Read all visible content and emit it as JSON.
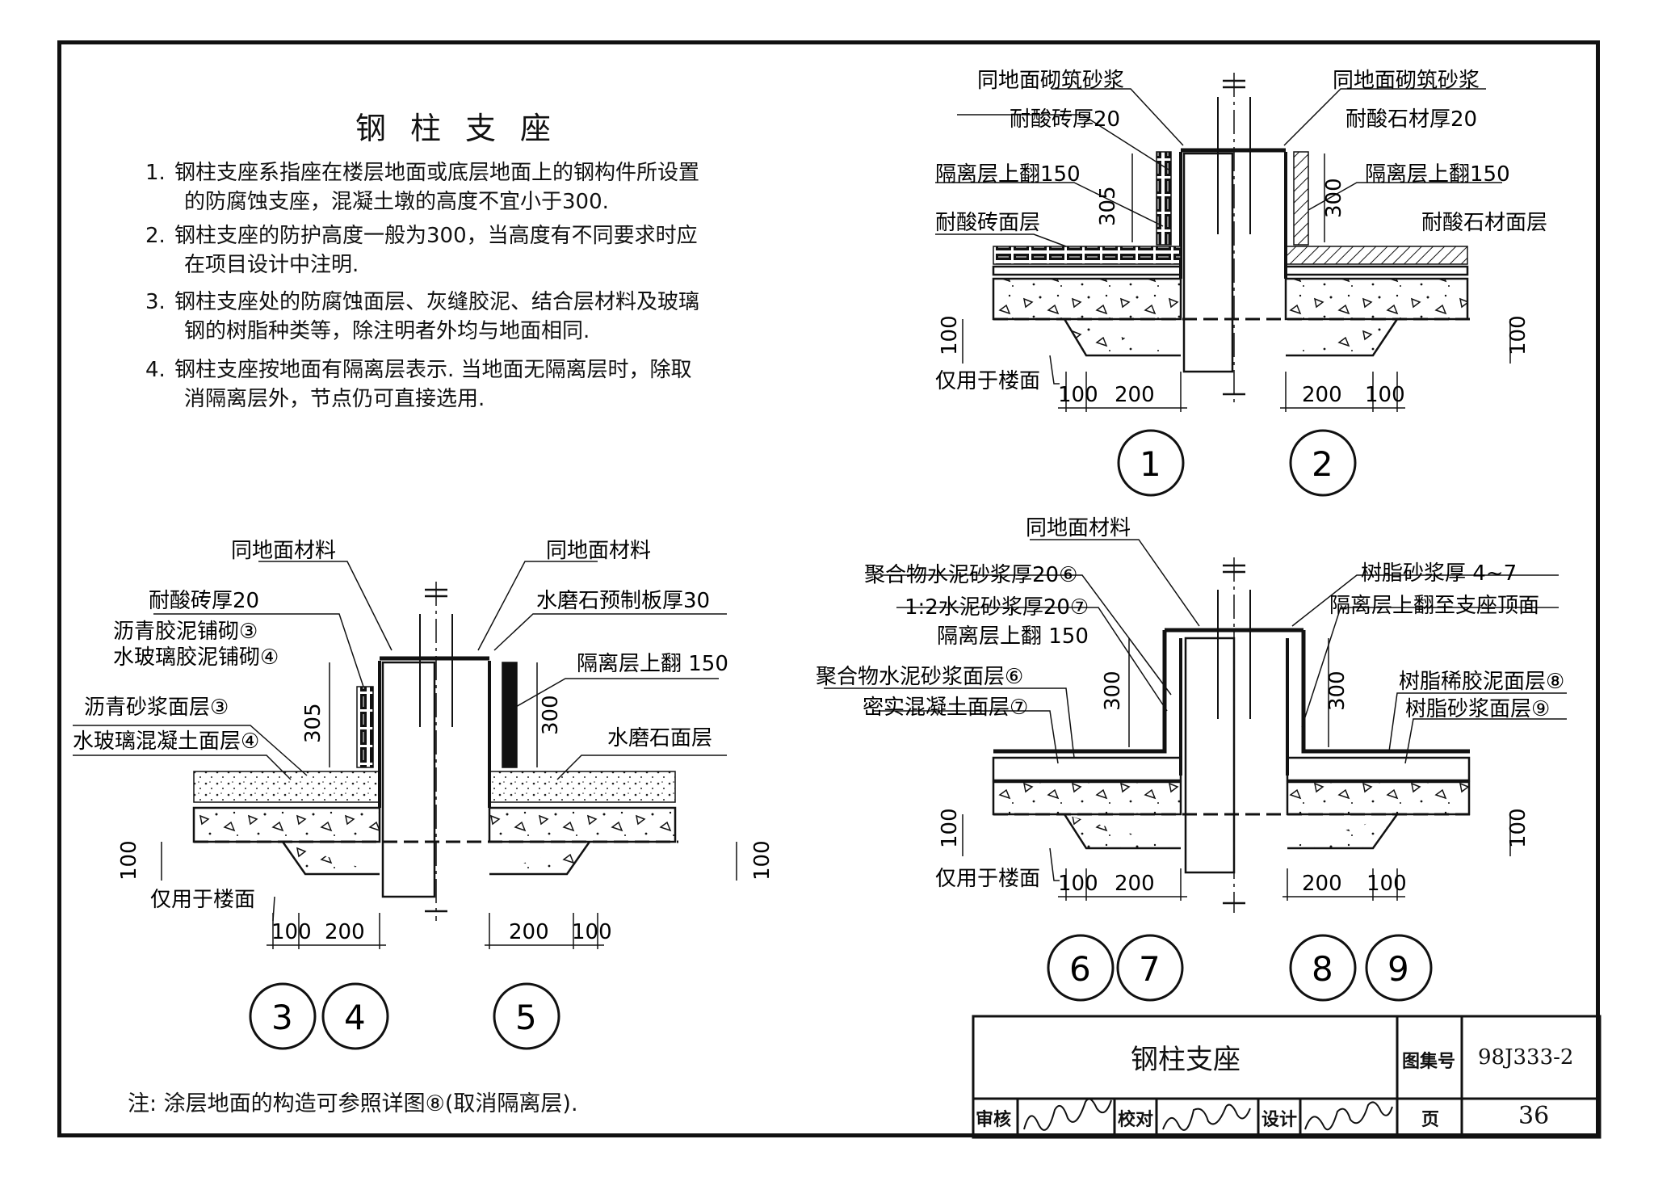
{
  "notes": {
    "title": "钢柱支座",
    "items": [
      {
        "num": "1.",
        "line1": "钢柱支座系指座在楼层地面或底层地面上的钢构件所设置",
        "line2": "的防腐蚀支座，混凝土墩的高度不宜小于300."
      },
      {
        "num": "2.",
        "line1": "钢柱支座的防护高度一般为300，当高度有不同要求时应",
        "line2": "在项目设计中注明."
      },
      {
        "num": "3.",
        "line1": "钢柱支座处的防腐蚀面层、灰缝胶泥、结合层材料及玻璃",
        "line2": "钢的树脂种类等，除注明者外均与地面相同."
      },
      {
        "num": "4.",
        "line1": "钢柱支座按地面有隔离层表示. 当地面无隔离层时，除取",
        "line2": "消隔离层外，节点仍可直接选用."
      }
    ],
    "footnote": "注: 涂层地面的构造可参照详图⑧(取消隔离层)."
  },
  "detail_1_2": {
    "label_tl": "同地面砌筑砂浆",
    "label_tr": "同地面砌筑砂浆",
    "brick_20": "耐酸砖厚20",
    "stone_20": "耐酸石材厚20",
    "iso_left": "隔离层上翻150",
    "iso_right": "隔离层上翻150",
    "brick_surface": "耐酸砖面层",
    "stone_surface": "耐酸石材面层",
    "dim_305": "305",
    "dim_300": "300",
    "dim_100_l": "100",
    "dim_100_r": "100",
    "floor_only": "仅用于楼面",
    "d100a": "100",
    "d200a": "200",
    "d200b": "200",
    "d100b": "100",
    "circle_1": "1",
    "circle_2": "2"
  },
  "detail_3_4_5": {
    "same_mat_l": "同地面材料",
    "same_mat_r": "同地面材料",
    "brick_20": "耐酸砖厚20",
    "asphalt_mortar": "沥青胶泥铺砌③",
    "glass_mortar": "水玻璃胶泥铺砌④",
    "terrazzo_panel": "水磨石预制板厚30",
    "iso_up": "隔离层上翻 150",
    "asphalt_surface": "沥青砂浆面层③",
    "glass_concrete": "水玻璃混凝土面层④",
    "terrazzo_surface": "水磨石面层",
    "dim_305": "305",
    "dim_300": "300",
    "dim_100_l": "100",
    "dim_100_r": "100",
    "floor_only": "仅用于楼面",
    "d100a": "100",
    "d200a": "200",
    "d200b": "200",
    "d100b": "100",
    "circle_3": "3",
    "circle_4": "4",
    "circle_5": "5"
  },
  "detail_6_9": {
    "same_mat": "同地面材料",
    "poly_20": "聚合物水泥砂浆厚20⑥",
    "cement_20": "1:2水泥砂浆厚20⑦",
    "iso_150": "隔离层上翻 150",
    "poly_surface": "聚合物水泥砂浆面层⑥",
    "dense_concrete": "密实混凝土面层⑦",
    "resin_4_7": "树脂砂浆厚 4~7",
    "iso_top": "隔离层上翻至支座顶面",
    "resin_putty": "树脂稀胶泥面层⑧",
    "resin_mortar": "树脂砂浆面层⑨",
    "dim_300_l": "300",
    "dim_300_r": "300",
    "dim_100_l": "100",
    "dim_100_r": "100",
    "floor_only": "仅用于楼面",
    "d100a": "100",
    "d200a": "200",
    "d200b": "200",
    "d100b": "100",
    "circle_6": "6",
    "circle_7": "7",
    "circle_8": "8",
    "circle_9": "9"
  },
  "title_block": {
    "title": "钢柱支座",
    "atlas_label": "图集号",
    "atlas_no": "98J333-2",
    "review": "审核",
    "check": "校对",
    "design": "设计",
    "page_label": "页",
    "page_no": "36"
  }
}
